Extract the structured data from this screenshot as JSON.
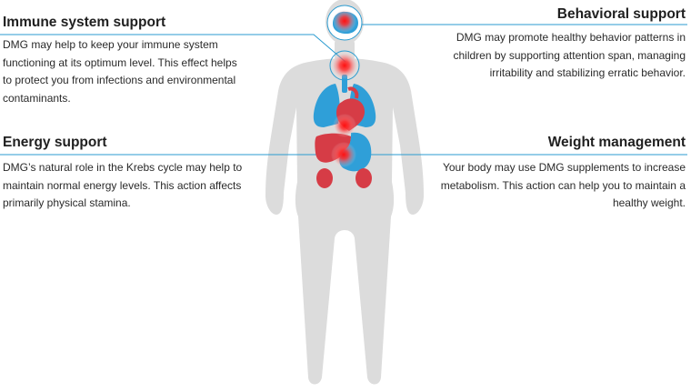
{
  "callouts": {
    "immune": {
      "title": "Immune system support",
      "text": "DMG may help to keep your immune system functioning at its optimum level. This effect helps to protect you from infections and environmental contaminants."
    },
    "energy": {
      "title": "Energy support",
      "text": "DMG’s natural role in the Krebs cycle may help to maintain normal energy levels. This action affects primarily physical stamina."
    },
    "behavioral": {
      "title": "Behavioral support",
      "text": "DMG may promote healthy behavior patterns in children by supporting attention span, managing irritability and stabilizing erratic behavior."
    },
    "weight": {
      "title": "Weight management",
      "text": "Your body may use DMG supplements to increase metabolism. This action can help you to maintain a healthy weight."
    }
  },
  "colors": {
    "body_silhouette": "#dcdcdc",
    "connector_line": "#2b9bd0",
    "organ_blue": "#2f9fd8",
    "organ_red": "#d63c46",
    "highlight_glow": "#ff1a1a"
  },
  "icons": {
    "brain": "brain-icon",
    "thyroid": "thyroid-icon",
    "lungs": "lungs-icon",
    "heart": "heart-icon",
    "liver": "liver-icon",
    "stomach": "stomach-icon",
    "kidneys": "kidney-icon"
  }
}
